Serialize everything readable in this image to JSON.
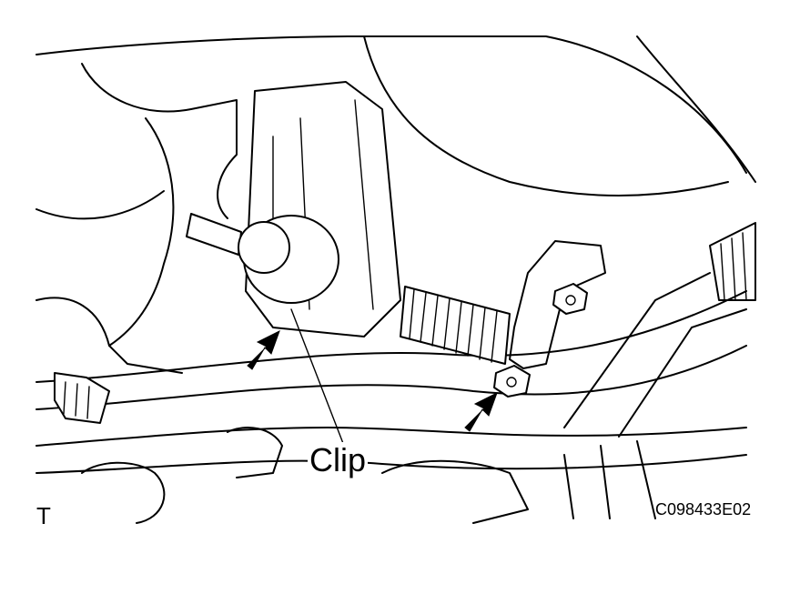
{
  "labels": {
    "clip": "Clip",
    "corner_mark": "T",
    "figure_code": "C098433E02"
  },
  "icons": [
    "arrow-icon",
    "arrow-icon"
  ],
  "colors": {
    "line": "#000000",
    "background": "#ffffff"
  }
}
